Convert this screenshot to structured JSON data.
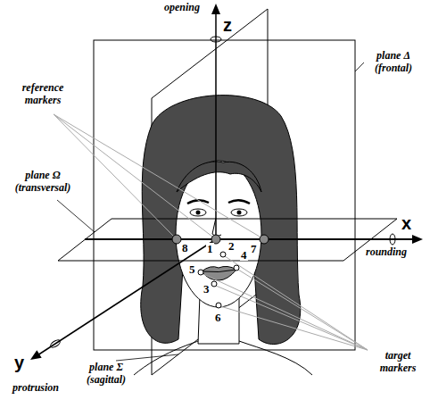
{
  "diagram": {
    "labels": [
      "opening",
      "z",
      "reference markers",
      "plane Δ (frontal)",
      "plane Ω (transversal)",
      "x",
      "rounding",
      "8",
      "1",
      "7",
      "2",
      "5",
      "4",
      "3",
      "6",
      "y",
      "protrusion",
      "plane Σ (sagittal)",
      "target markers"
    ]
  }
}
